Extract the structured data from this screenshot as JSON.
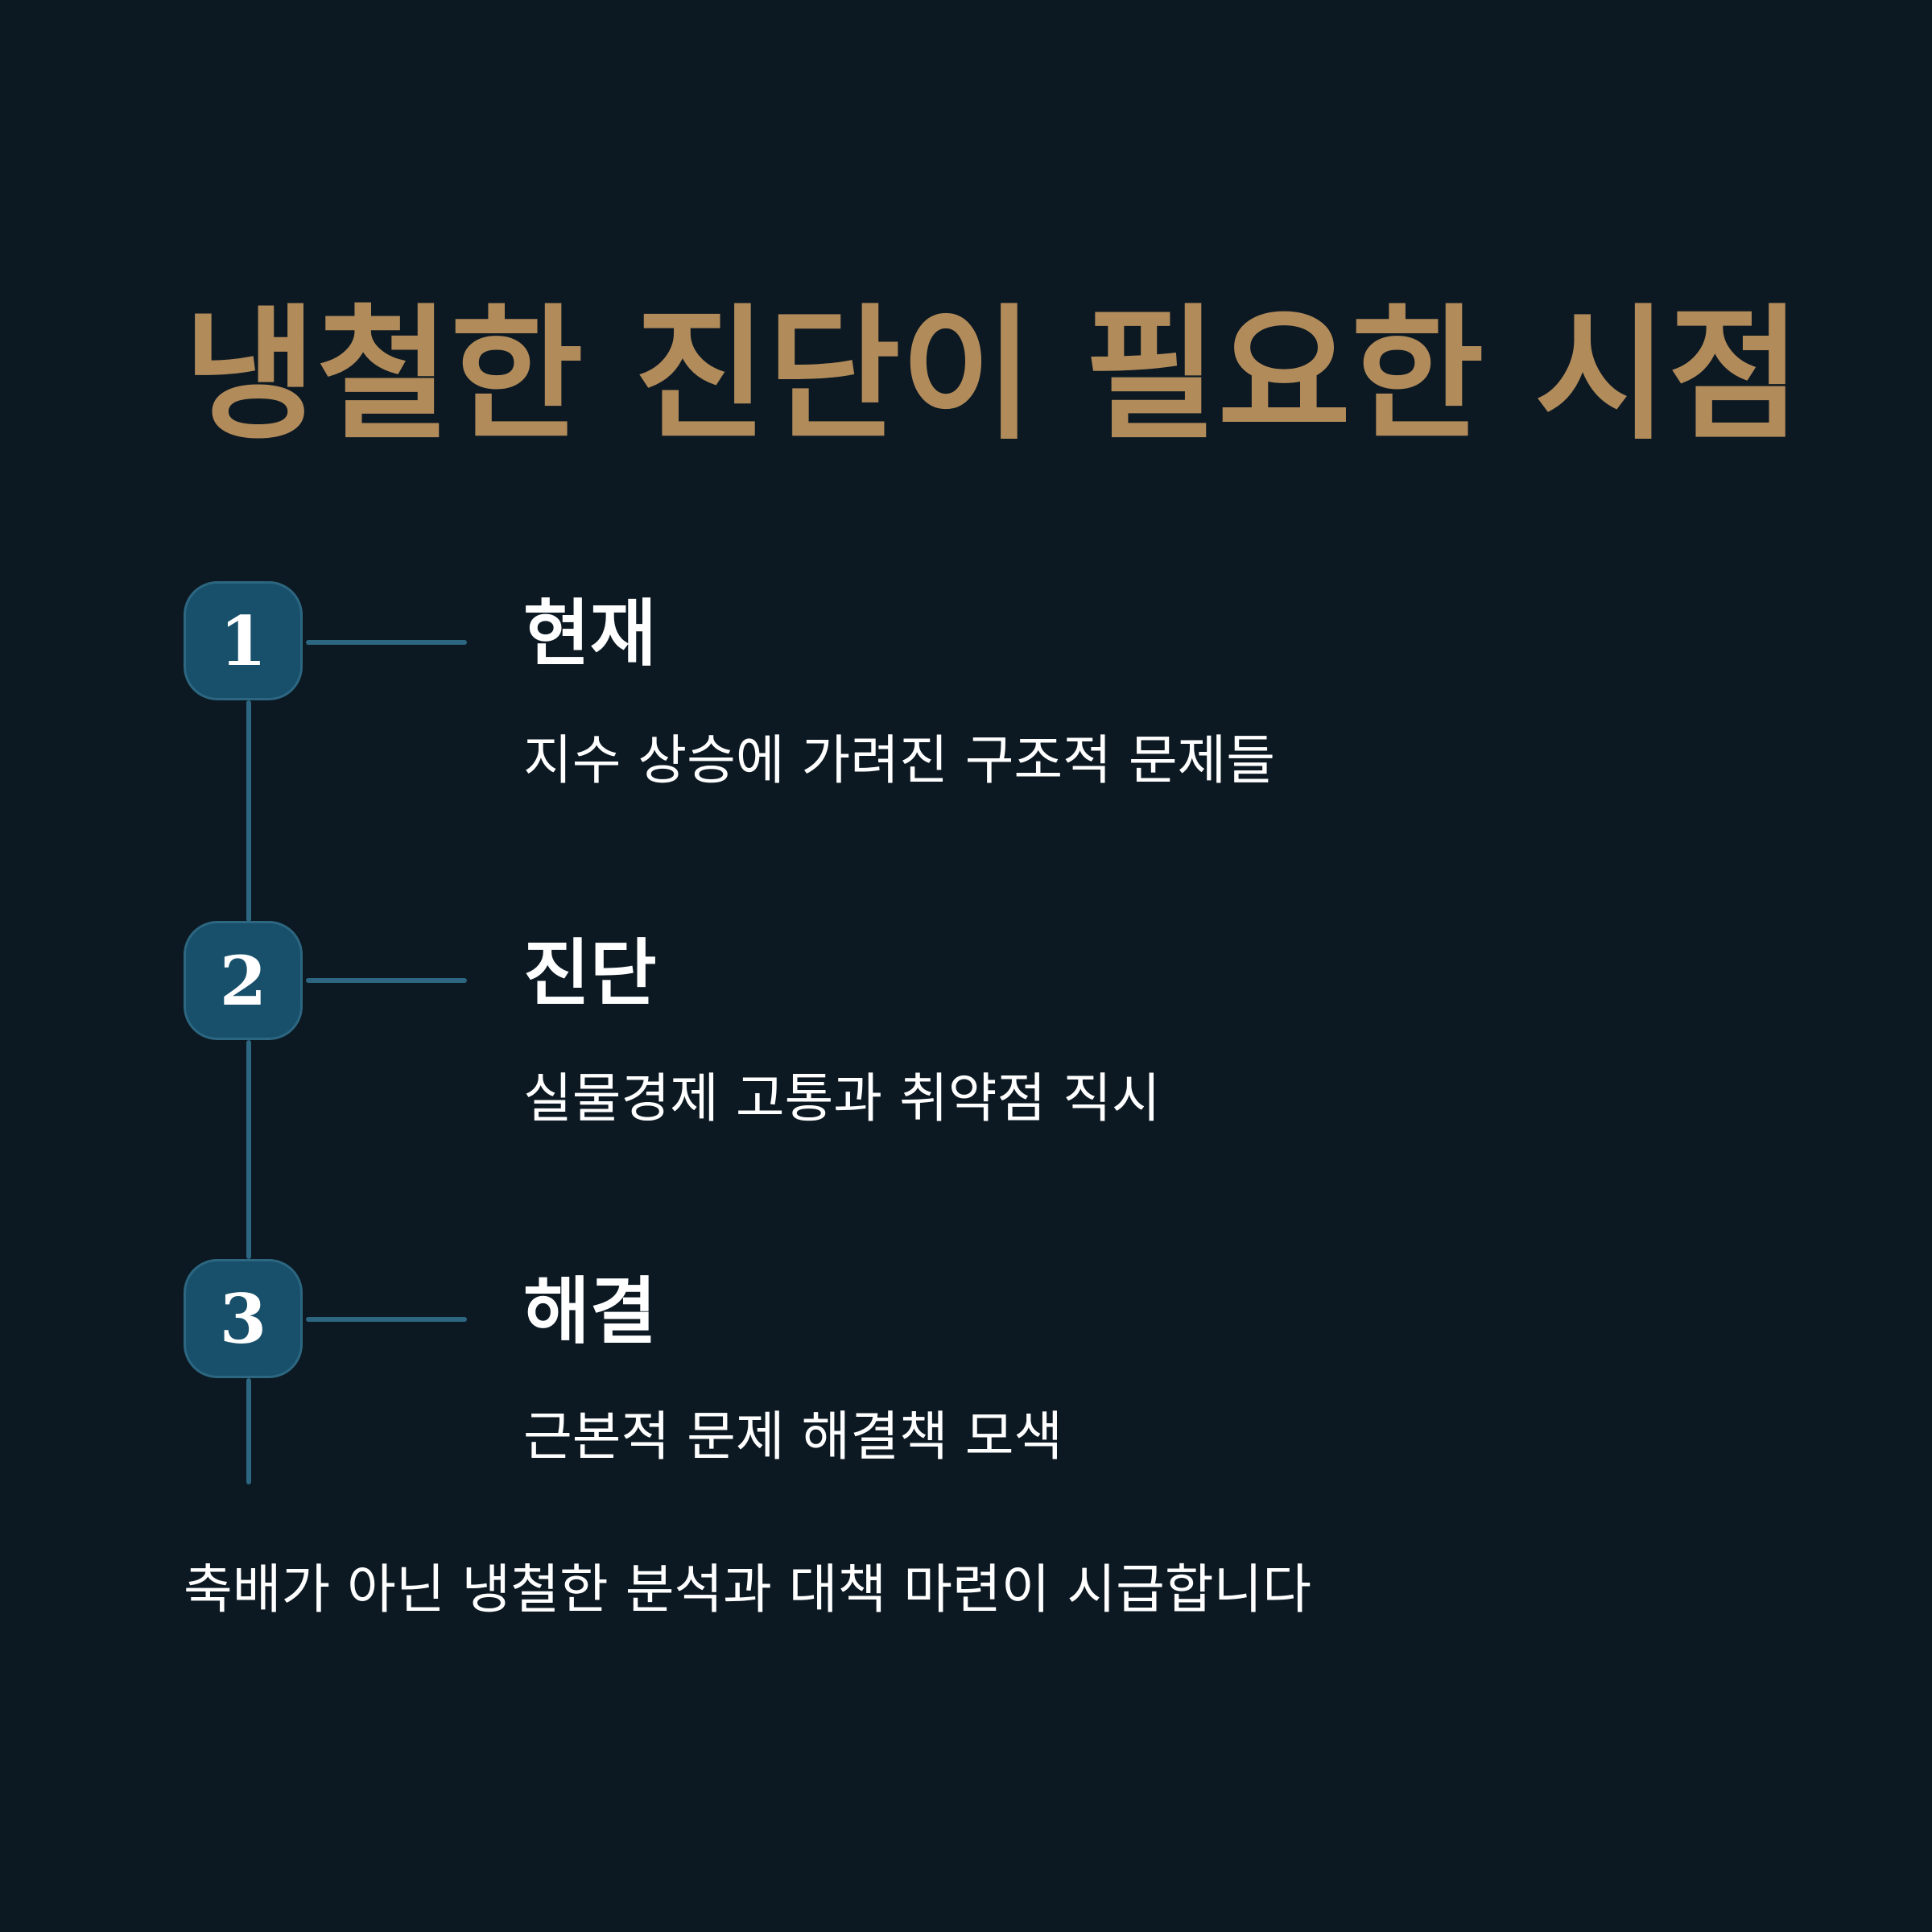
{
  "title": "냉철한 진단이 필요한 시점",
  "steps": [
    {
      "number": "1",
      "title": "현재",
      "description": "지수 상승에 가려진 구조적 문제들"
    },
    {
      "number": "2",
      "title": "진단",
      "description": "실물경제 고통과 취약점 직시"
    },
    {
      "number": "3",
      "title": "해결",
      "description": "근본적 문제 해결책 모색"
    }
  ],
  "footer": "축배가 아닌 냉철한 분석과 대책 마련이 시급합니다",
  "colors": {
    "background": "#0c1922",
    "accent_gold": "#b28b5b",
    "badge_fill": "#18506b",
    "line": "#2c6680",
    "text": "#ffffff"
  }
}
